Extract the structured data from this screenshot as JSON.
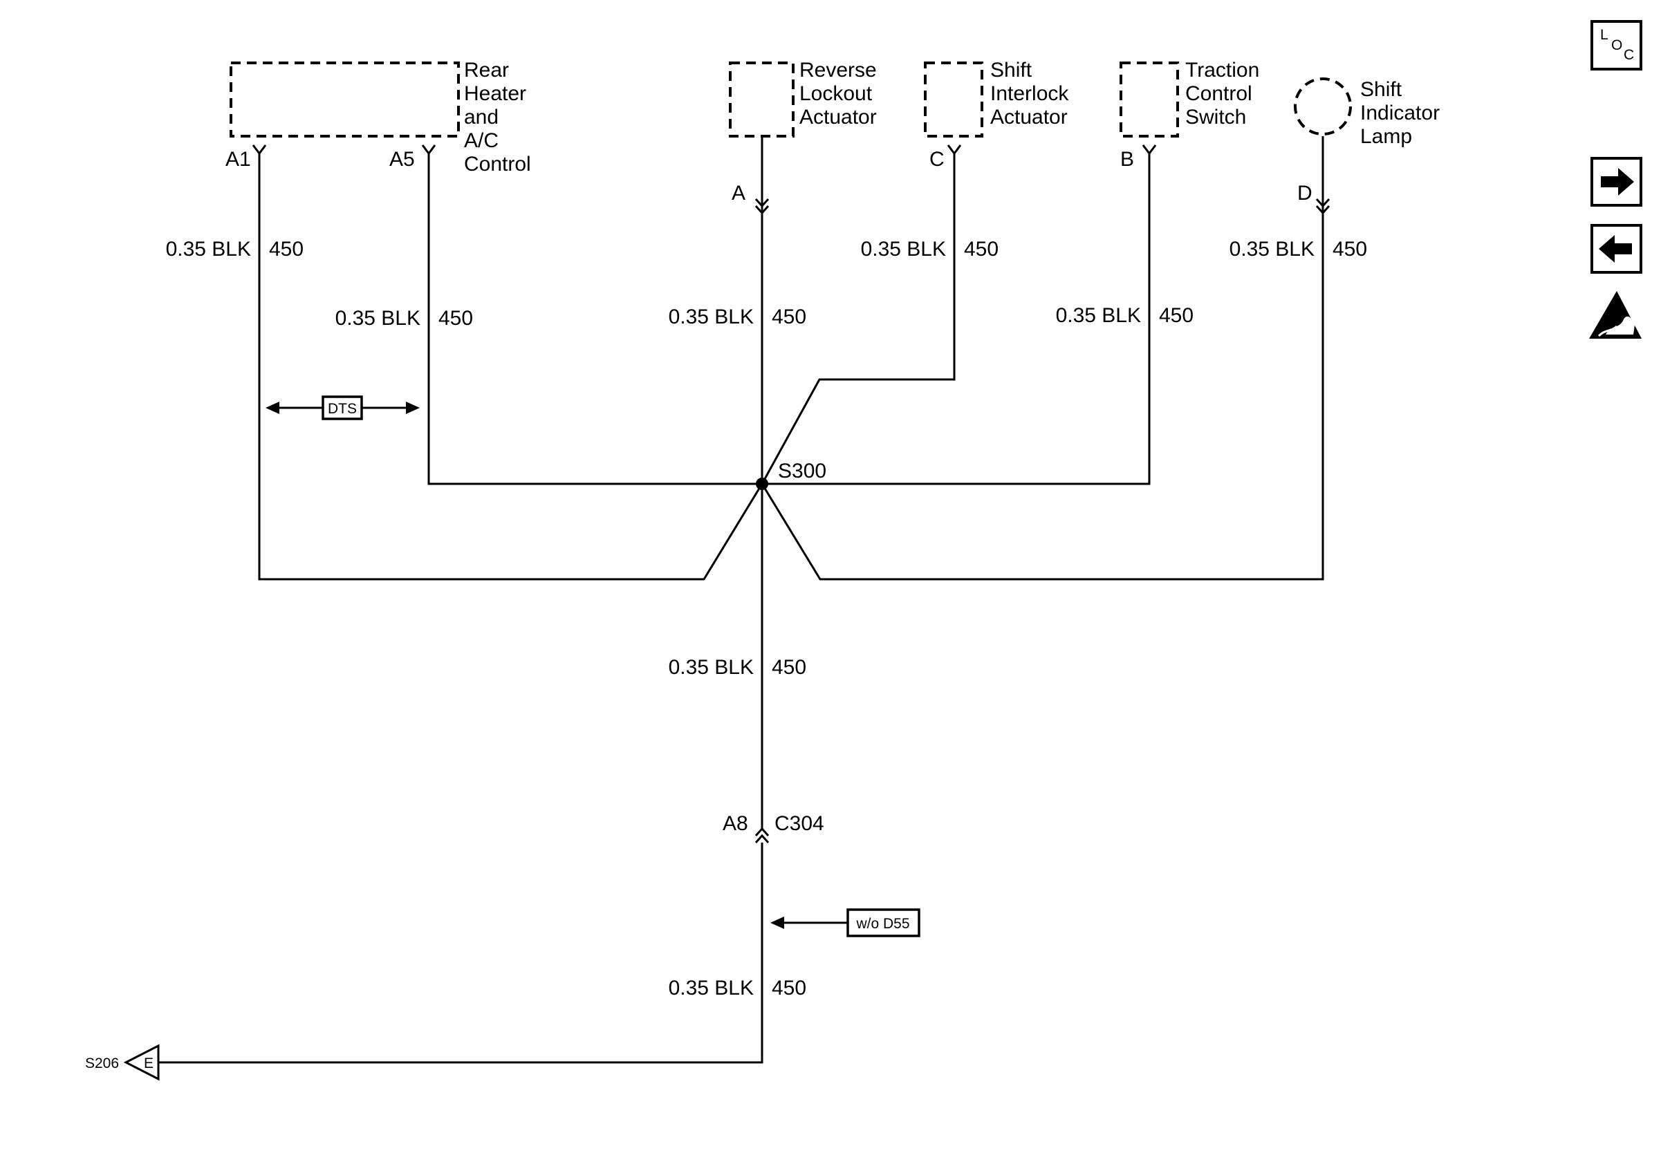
{
  "components": {
    "rear_hvac": {
      "label_lines": [
        "Rear",
        "Heater",
        "and",
        "A/C",
        "Control"
      ]
    },
    "reverse_lockout": {
      "label_lines": [
        "Reverse",
        "Lockout",
        "Actuator"
      ]
    },
    "shift_interlock": {
      "label_lines": [
        "Shift",
        "Interlock",
        "Actuator"
      ]
    },
    "traction_control": {
      "label_lines": [
        "Traction",
        "Control",
        "Switch"
      ]
    },
    "shift_lamp": {
      "label_lines": [
        "Shift",
        "Indicator",
        "Lamp"
      ]
    }
  },
  "pins": {
    "a1": "A1",
    "a5": "A5",
    "a": "A",
    "c": "C",
    "b": "B",
    "d": "D",
    "a8": "A8"
  },
  "wires": {
    "w_a1": {
      "gauge_color": "0.35 BLK",
      "circuit": "450"
    },
    "w_a5": {
      "gauge_color": "0.35 BLK",
      "circuit": "450"
    },
    "w_a": {
      "gauge_color": "0.35 BLK",
      "circuit": "450"
    },
    "w_c": {
      "gauge_color": "0.35 BLK",
      "circuit": "450"
    },
    "w_b": {
      "gauge_color": "0.35 BLK",
      "circuit": "450"
    },
    "w_d": {
      "gauge_color": "0.35 BLK",
      "circuit": "450"
    },
    "w_trunk": {
      "gauge_color": "0.35 BLK",
      "circuit": "450"
    },
    "w_bottom": {
      "gauge_color": "0.35 BLK",
      "circuit": "450"
    }
  },
  "splice": {
    "name": "S300"
  },
  "connector": {
    "name": "C304"
  },
  "options": {
    "dts": "DTS",
    "wo_d55": "w/o D55"
  },
  "ground_ref": {
    "splice": "S206",
    "letter": "E"
  },
  "sidebar": {
    "loc_icon": "loc-icon",
    "next_icon": "arrow-right-icon",
    "prev_icon": "arrow-left-icon",
    "esd_icon": "esd-warning-icon",
    "loc_letters": [
      "L",
      "O",
      "C"
    ]
  }
}
